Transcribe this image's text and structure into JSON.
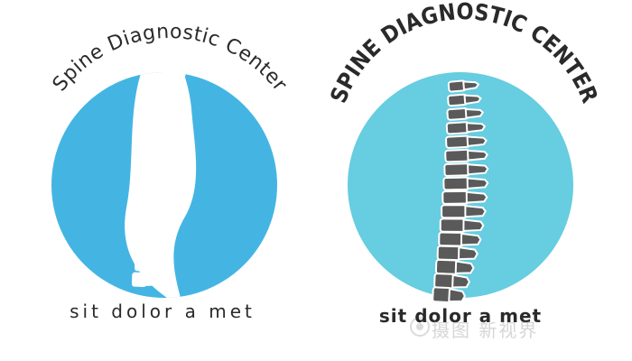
{
  "logos": [
    {
      "title": "Spine Diagnostic Center",
      "tagline": "sit dolor a met",
      "circle_color": "#44b5e3",
      "spine_color": "#ffffff"
    },
    {
      "title": "SPINE DIAGNOSTIC CENTER",
      "tagline": "sit dolor a met",
      "circle_color": "#67cde0",
      "spine_color": "#5a5a5a"
    }
  ],
  "watermark": {
    "text": "摄图 新视界",
    "icon": "camera-lens-icon"
  }
}
